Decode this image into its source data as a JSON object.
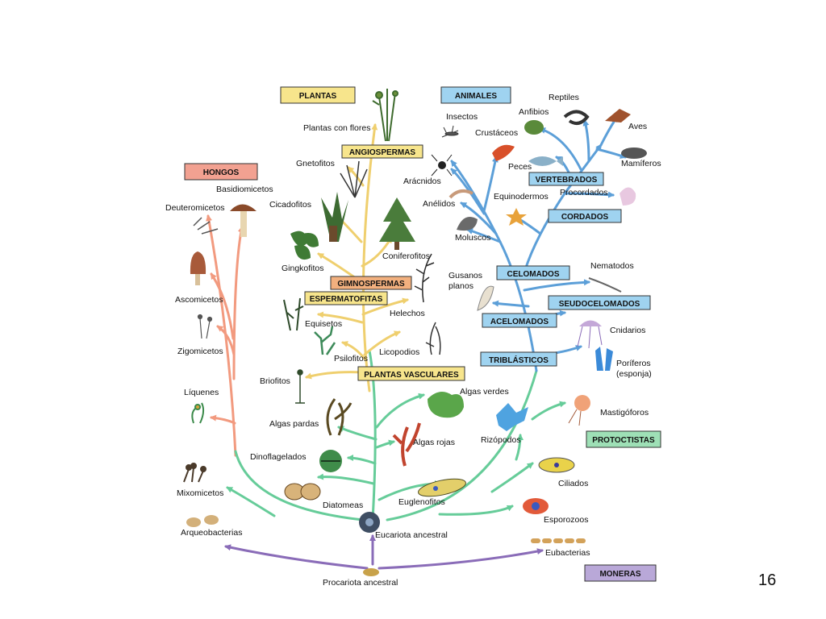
{
  "slide_number": "16",
  "colors": {
    "plantas_box": "#f7e58c",
    "animales_box": "#9fd3f0",
    "hongos_box": "#f2a191",
    "protoctistas_box": "#9ee0b6",
    "moneras_box": "#b9a8d8",
    "gimno_box": "#f2b07e",
    "plant_branch": "#efcf6e",
    "animal_branch": "#5c9fd8",
    "fungi_branch": "#f29a7f",
    "protist_branch": "#66cc99",
    "monera_branch": "#8a6cb8"
  },
  "kingdoms": {
    "plantas": "PLANTAS",
    "animales": "ANIMALES",
    "hongos": "HONGOS",
    "protoctistas": "PROTOCTISTAS",
    "moneras": "MONERAS"
  },
  "groups": {
    "angiospermas": "ANGIOSPERMAS",
    "gimnospermas": "GIMNOSPERMAS",
    "espermatofitas": "ESPERMATOFITAS",
    "plantas_vasculares": "PLANTAS VASCULARES",
    "vertebrados": "VERTEBRADOS",
    "cordados": "CORDADOS",
    "celomados": "CELOMADOS",
    "seudocelomados": "SEUDOCELOMADOS",
    "acelomados": "ACELOMADOS",
    "triblasticos": "TRIBLÁSTICOS"
  },
  "labels": {
    "plantas_con_flores": "Plantas con flores",
    "gnetofitos": "Gnetofitos",
    "cicadofitos": "Cicadofitos",
    "gingkofitos": "Gingkofitos",
    "coniferofitos": "Coniferofitos",
    "helechos": "Helechos",
    "equisetos": "Equisetos",
    "psilofitos": "Psilofitos",
    "licopodios": "Licopodios",
    "briofitos": "Briofitos",
    "algas_pardas": "Algas pardas",
    "algas_verdes": "Algas verdes",
    "algas_rojas": "Algas rojas",
    "dinoflagelados": "Dinoflagelados",
    "diatomeas": "Diatomeas",
    "euglenofitos": "Euglenofitos",
    "rizopodos": "Rizópodos",
    "mastigoforos": "Mastigóforos",
    "ciliados": "Ciliados",
    "esporozoos": "Esporozoos",
    "eucariota_ancestral": "Eucariota ancestral",
    "procariota_ancestral": "Procariota ancestral",
    "arqueobacterias": "Arqueobacterias",
    "eubacterias": "Eubacterias",
    "mixomicetos": "Mixomicetos",
    "liquenes": "Líquenes",
    "zigomicetos": "Zigomicetos",
    "ascomicetos": "Ascomicetos",
    "deuteromicetos": "Deuteromicetos",
    "basidiomicetos": "Basidiomicetos",
    "insectos": "Insectos",
    "crustaceos": "Crustáceos",
    "anfibios": "Anfibios",
    "reptiles": "Reptiles",
    "aves": "Aves",
    "mamiferos": "Mamíferos",
    "peces": "Peces",
    "aracnidos": "Arácnidos",
    "anelidos": "Anélidos",
    "equinodermos": "Equinodermos",
    "procordados": "Procordados",
    "moluscos": "Moluscos",
    "gusanos_planos_1": "Gusanos",
    "gusanos_planos_2": "planos",
    "nematodos": "Nematodos",
    "cnidarios": "Cnidarios",
    "poriferos_1": "Poríferos",
    "poriferos_2": "(esponja)"
  }
}
